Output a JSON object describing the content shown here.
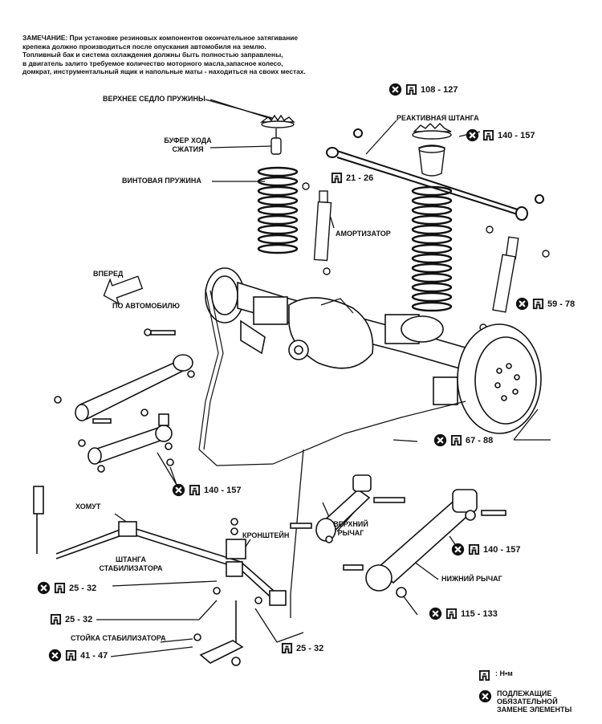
{
  "note": {
    "lines": [
      "ЗАМЕЧАНИЕ: При установке резиновых компонентов окончательное затягивание",
      "крепежа должно производиться после опускания автомобиля на землю.",
      "Топливный бак и система охлаждения должны быть полностью заправлены,",
      "в двигатель залито требуемое количество моторного масла,запасное колесо,",
      "домкрат, инструментальный ящик и напольные маты - находиться на своих местах."
    ]
  },
  "labels": {
    "upper_spring_seat": "ВЕРХНЕЕ СЕДЛО ПРУЖИНЫ",
    "bump_stop_1": "БУФЕР ХОДА",
    "bump_stop_2": "СЖАТИЯ",
    "coil_spring": "ВИНТОВАЯ ПРУЖИНА",
    "panhard_rod": "РЕАКТИВНАЯ ШТАНГА",
    "shock_absorber": "АМОРТИЗАТОР",
    "forward_1": "ВПЕРЕД",
    "forward_2": "ПО АВТОМОБИЛЮ",
    "clamp": "ХОМУТ",
    "bracket": "КРОНШТЕЙН",
    "stabilizer_bar_1": "ШТАНГА",
    "stabilizer_bar_2": "СТАБИЛИЗАТОРА",
    "stabilizer_link": "СТОЙКА СТАБИЛИЗАТОРА",
    "upper_arm_1": "ВЕРХНИЙ",
    "upper_arm_2": "РЫЧАГ",
    "lower_arm": "НИЖНИЙ РЫЧАГ"
  },
  "torques": {
    "t1": "108 - 127",
    "t2": "140 - 157",
    "t3": "21 - 26",
    "t4": "59 - 78",
    "t5": "67 - 88",
    "t6": "140 - 157",
    "t7": "140 - 157",
    "t8": "25 - 32",
    "t9": "25 - 32",
    "t10": "25 - 32",
    "t11": "41 - 47",
    "t12": "115 - 133"
  },
  "legend": {
    "unit": ": Н•м",
    "replace_1": "ПОДЛЕЖАЩИЕ",
    "replace_2": "ОБЯЗАТЕЛЬНОЙ",
    "replace_3": "ЗАМЕНЕ ЭЛЕМЕНТЫ"
  },
  "icons": {
    "replace": "x-circle-icon",
    "wrench": "torque-wrench-icon"
  }
}
